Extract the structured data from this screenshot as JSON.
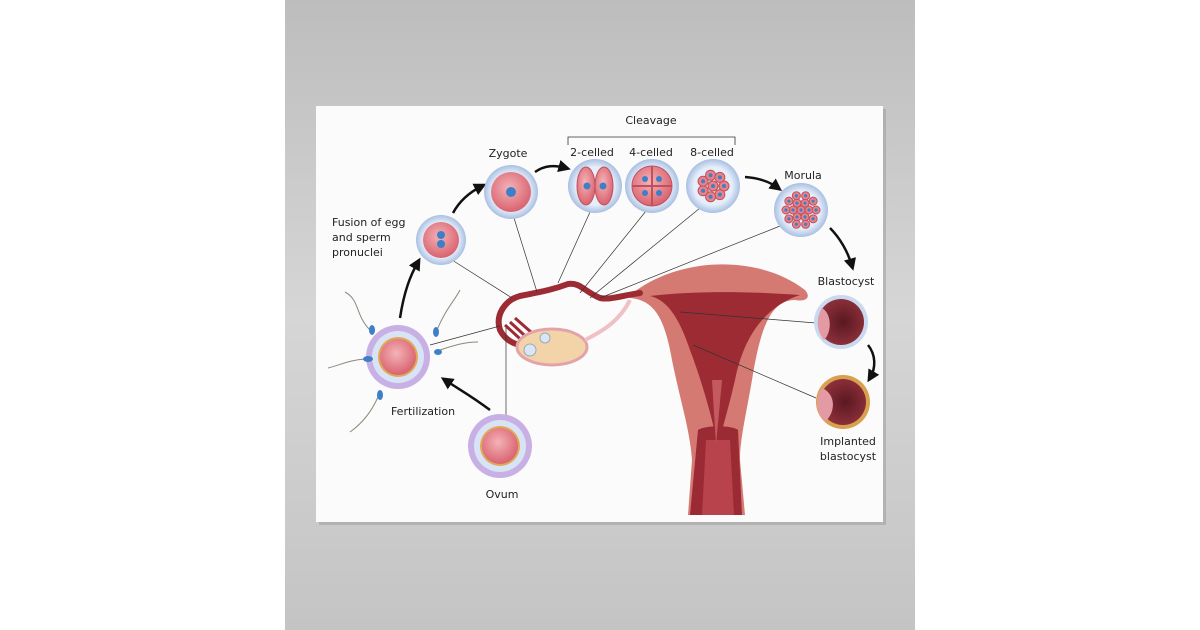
{
  "poster": {
    "labels": {
      "cleavage": "Cleavage",
      "zygote": "Zygote",
      "two_celled": "2-celled",
      "four_celled": "4-celled",
      "eight_celled": "8-celled",
      "morula": "Morula",
      "fusion": [
        "Fusion of egg",
        "and sperm",
        "pronuclei"
      ],
      "blastocyst": "Blastocyst",
      "implanted": [
        "Implanted",
        "blastocyst"
      ],
      "fertilization": "Fertilization",
      "ovum": "Ovum"
    }
  },
  "colors": {
    "backdrop": "#c9c9c9",
    "poster": "#fbfbfb",
    "tissue": "#c9615c",
    "tissue_dark": "#8e1f25",
    "cell_pink": "#e7838b",
    "zona": "#c9d9ef",
    "nucleus": "#3f7fc7",
    "corona": "#b79ad8"
  }
}
